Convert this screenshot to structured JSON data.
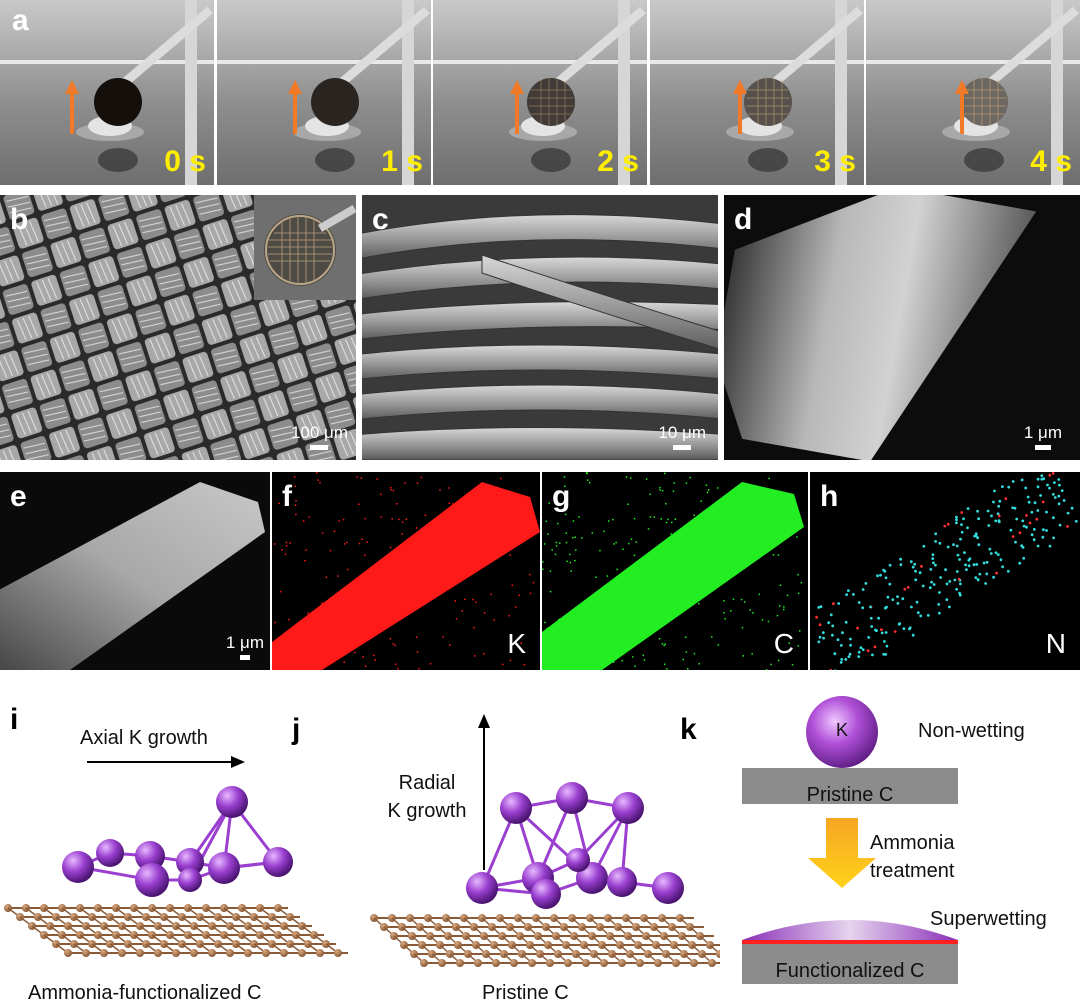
{
  "panel_a": {
    "label": "a",
    "frames": [
      "0 s",
      "1 s",
      "2 s",
      "3 s",
      "4 s"
    ]
  },
  "panel_b": {
    "label": "b",
    "scale": "100 μm"
  },
  "panel_c": {
    "label": "c",
    "scale": "10 μm"
  },
  "panel_d": {
    "label": "d",
    "scale": "1 μm"
  },
  "panel_e": {
    "label": "e",
    "scale": "1 μm"
  },
  "panel_f": {
    "label": "f",
    "element": "K"
  },
  "panel_g": {
    "label": "g",
    "element": "C"
  },
  "panel_h": {
    "label": "h",
    "element": "N"
  },
  "panel_i": {
    "label": "i",
    "arrow_text": "Axial K growth",
    "caption": "Ammonia-functionalized C"
  },
  "panel_j": {
    "label": "j",
    "arrow_text_line1": "Radial",
    "arrow_text_line2": "K growth",
    "caption": "Pristine C"
  },
  "panel_k": {
    "label": "k",
    "sphere_label": "K",
    "non_wetting": "Non-wetting",
    "pristine": "Pristine C",
    "treatment_line1": "Ammonia",
    "treatment_line2": "treatment",
    "superwetting": "Superwetting",
    "functionalized": "Functionalized C"
  },
  "colors": {
    "time_label": "#ffee00",
    "arrow_orange": "#f07a28",
    "k_map": "#ff1a1a",
    "c_map": "#22ee22",
    "n_map": "#33dddd",
    "k_atom": "#9a3fd0",
    "carbon_atom": "#8a5a36"
  }
}
